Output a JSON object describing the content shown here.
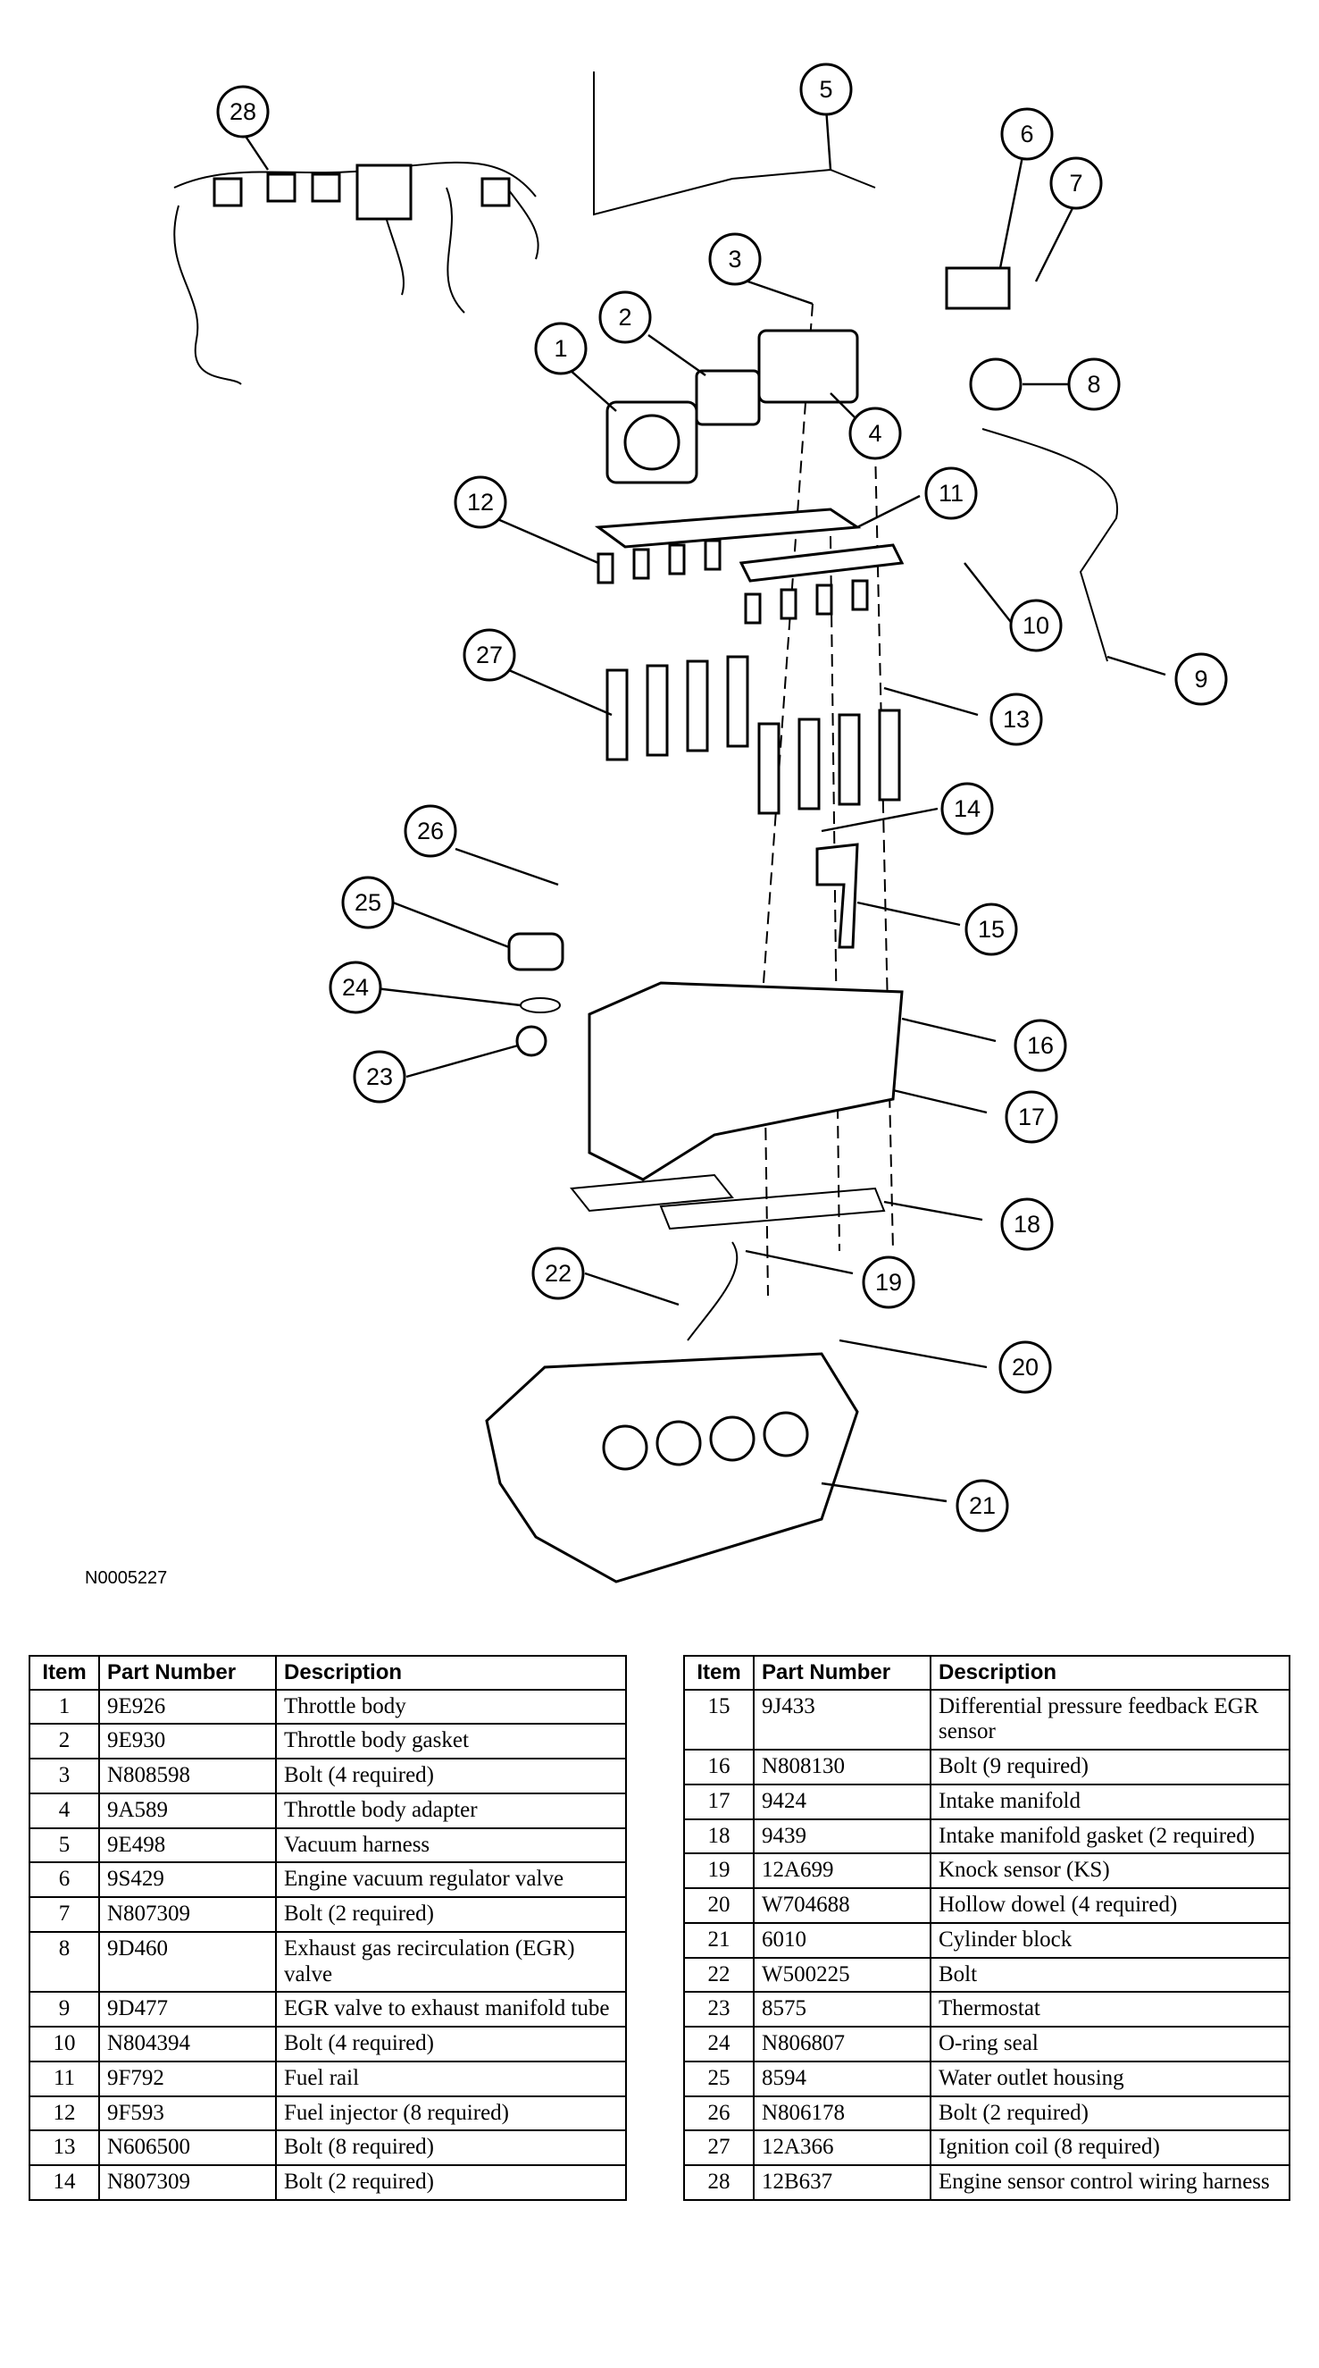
{
  "figure_id": "N0005227",
  "callouts": [
    "1",
    "2",
    "3",
    "4",
    "5",
    "6",
    "7",
    "8",
    "9",
    "10",
    "11",
    "12",
    "13",
    "14",
    "15",
    "16",
    "17",
    "18",
    "19",
    "20",
    "21",
    "22",
    "23",
    "24",
    "25",
    "26",
    "27",
    "28"
  ],
  "table": {
    "headers": [
      "Item",
      "Part Number",
      "Description"
    ],
    "left_rows": [
      {
        "item": "1",
        "part": "9E926",
        "desc": "Throttle body"
      },
      {
        "item": "2",
        "part": "9E930",
        "desc": "Throttle body gasket"
      },
      {
        "item": "3",
        "part": "N808598",
        "desc": "Bolt (4 required)"
      },
      {
        "item": "4",
        "part": "9A589",
        "desc": "Throttle body adapter"
      },
      {
        "item": "5",
        "part": "9E498",
        "desc": "Vacuum harness"
      },
      {
        "item": "6",
        "part": "9S429",
        "desc": "Engine vacuum regulator valve"
      },
      {
        "item": "7",
        "part": "N807309",
        "desc": "Bolt (2 required)"
      },
      {
        "item": "8",
        "part": "9D460",
        "desc": "Exhaust gas recirculation (EGR) valve"
      },
      {
        "item": "9",
        "part": "9D477",
        "desc": "EGR valve to exhaust manifold tube"
      },
      {
        "item": "10",
        "part": "N804394",
        "desc": "Bolt (4 required)"
      },
      {
        "item": "11",
        "part": "9F792",
        "desc": "Fuel rail"
      },
      {
        "item": "12",
        "part": "9F593",
        "desc": "Fuel injector (8 required)"
      },
      {
        "item": "13",
        "part": "N606500",
        "desc": "Bolt (8 required)"
      },
      {
        "item": "14",
        "part": "N807309",
        "desc": "Bolt (2 required)"
      }
    ],
    "right_rows": [
      {
        "item": "15",
        "part": "9J433",
        "desc": "Differential pressure feedback EGR sensor"
      },
      {
        "item": "16",
        "part": "N808130",
        "desc": "Bolt (9 required)"
      },
      {
        "item": "17",
        "part": "9424",
        "desc": "Intake manifold"
      },
      {
        "item": "18",
        "part": "9439",
        "desc": "Intake manifold gasket (2 required)"
      },
      {
        "item": "19",
        "part": "12A699",
        "desc": "Knock sensor (KS)"
      },
      {
        "item": "20",
        "part": "W704688",
        "desc": "Hollow dowel (4 required)"
      },
      {
        "item": "21",
        "part": "6010",
        "desc": "Cylinder block"
      },
      {
        "item": "22",
        "part": "W500225",
        "desc": "Bolt"
      },
      {
        "item": "23",
        "part": "8575",
        "desc": "Thermostat"
      },
      {
        "item": "24",
        "part": "N806807",
        "desc": "O-ring seal"
      },
      {
        "item": "25",
        "part": "8594",
        "desc": "Water outlet housing"
      },
      {
        "item": "26",
        "part": "N806178",
        "desc": "Bolt (2 required)"
      },
      {
        "item": "27",
        "part": "12A366",
        "desc": "Ignition coil (8 required)"
      },
      {
        "item": "28",
        "part": "12B637",
        "desc": "Engine sensor control wiring harness"
      }
    ]
  }
}
